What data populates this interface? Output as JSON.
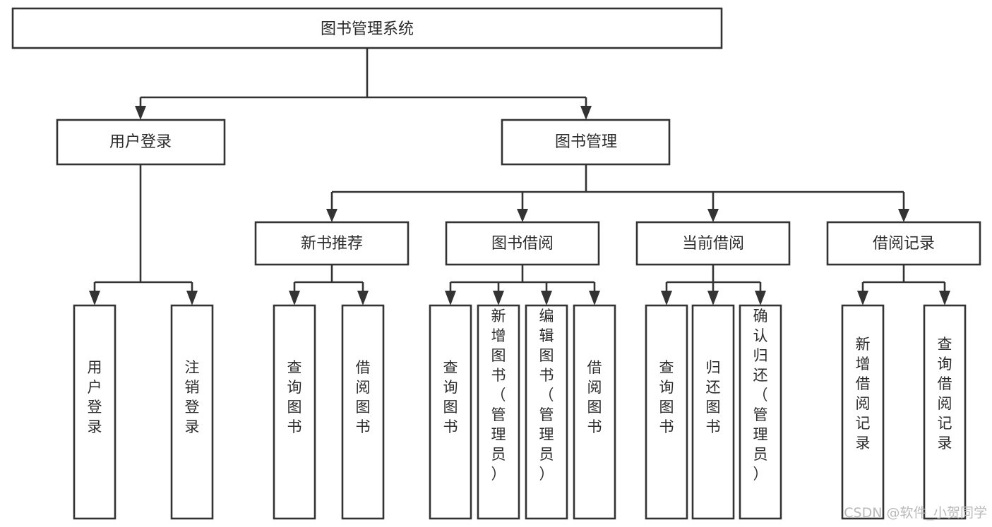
{
  "diagram": {
    "title": "图书管理系统",
    "type": "tree-hierarchy-chart",
    "orientation": "top-down",
    "colors": {
      "box_stroke": "#333333",
      "box_fill": "#ffffff",
      "text": "#2b2b2b",
      "background": "#ffffff",
      "watermark": "#b9b9b9"
    },
    "root": {
      "label": "图书管理系统"
    },
    "level2": [
      {
        "label": "用户登录"
      },
      {
        "label": "图书管理"
      }
    ],
    "level3": [
      {
        "label": "新书推荐"
      },
      {
        "label": "图书借阅"
      },
      {
        "label": "当前借阅"
      },
      {
        "label": "借阅记录"
      }
    ],
    "leaves": {
      "user_login": [
        {
          "label": "用户登录"
        },
        {
          "label": "注销登录"
        }
      ],
      "new_book_recommend": [
        {
          "label": "查询图书"
        },
        {
          "label": "借阅图书"
        }
      ],
      "book_borrow": [
        {
          "label": "查询图书"
        },
        {
          "label": "新增图书（管理员）"
        },
        {
          "label": "编辑图书（管理员）"
        },
        {
          "label": "借阅图书"
        }
      ],
      "current_borrow": [
        {
          "label": "查询图书"
        },
        {
          "label": "归还图书"
        },
        {
          "label": "确认归还（管理员）"
        }
      ],
      "borrow_record": [
        {
          "label": "新增借阅记录"
        },
        {
          "label": "查询借阅记录"
        }
      ]
    }
  },
  "watermark": {
    "text": "CSDN @软件_小贺同学"
  }
}
